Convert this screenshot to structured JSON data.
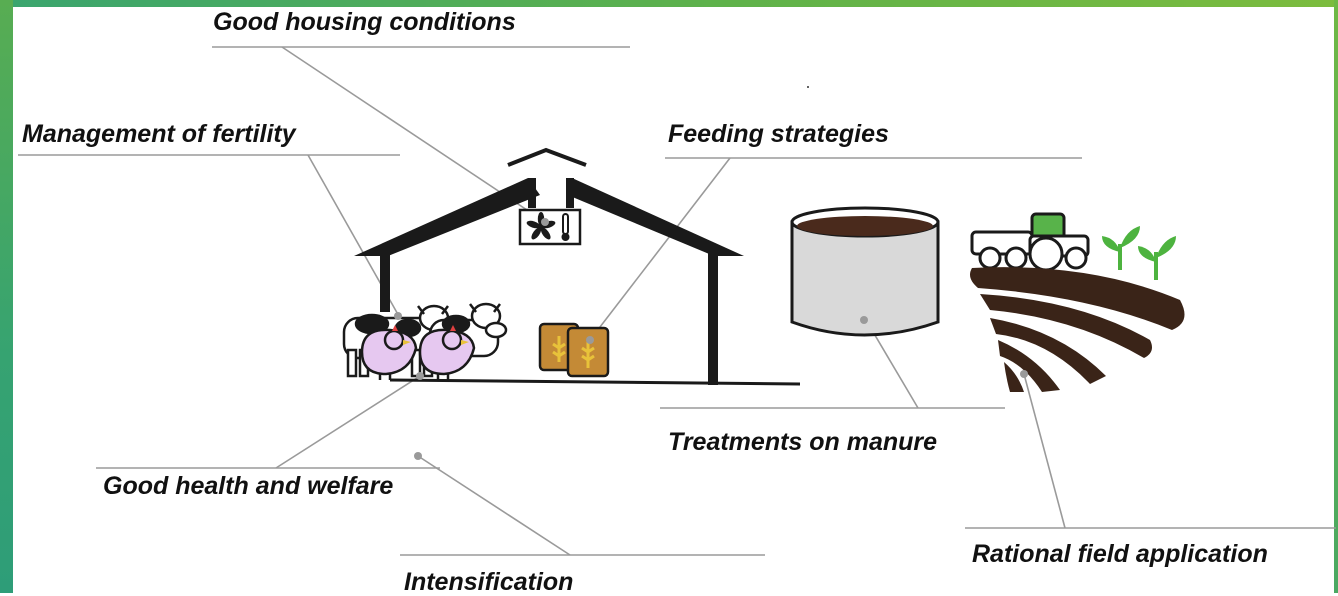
{
  "labels": {
    "good_housing": "Good housing conditions",
    "fertility": "Management of fertility",
    "feeding": "Feeding strategies",
    "manure": "Treatments on manure",
    "health": "Good health and welfare",
    "intensification": "Intensification",
    "field": "Rational field application"
  },
  "icons": {
    "barn": "barn-icon",
    "fan": "fan-icon",
    "thermometer": "thermometer-icon",
    "cows": "cow-icon",
    "chickens": "chicken-icon",
    "feed_sacks": "feed-sack-icon",
    "manure_tank": "manure-tank-icon",
    "tractor": "tractor-icon",
    "seedlings": "seedling-icon",
    "field": "field-furrows-icon"
  },
  "colors": {
    "frame_green": "#4caf50",
    "label_text": "#111111",
    "leader_line": "#9a9a9a",
    "barn": "#1a1a1a",
    "manure": "#4a2a1c",
    "soil": "#3a2418",
    "sack": "#c48a36",
    "wheat": "#e8c23a",
    "chicken": "#e6c8f0",
    "tractor_cab": "#58b34a",
    "seedling": "#4db33f",
    "tank": "#d9d9d9"
  }
}
